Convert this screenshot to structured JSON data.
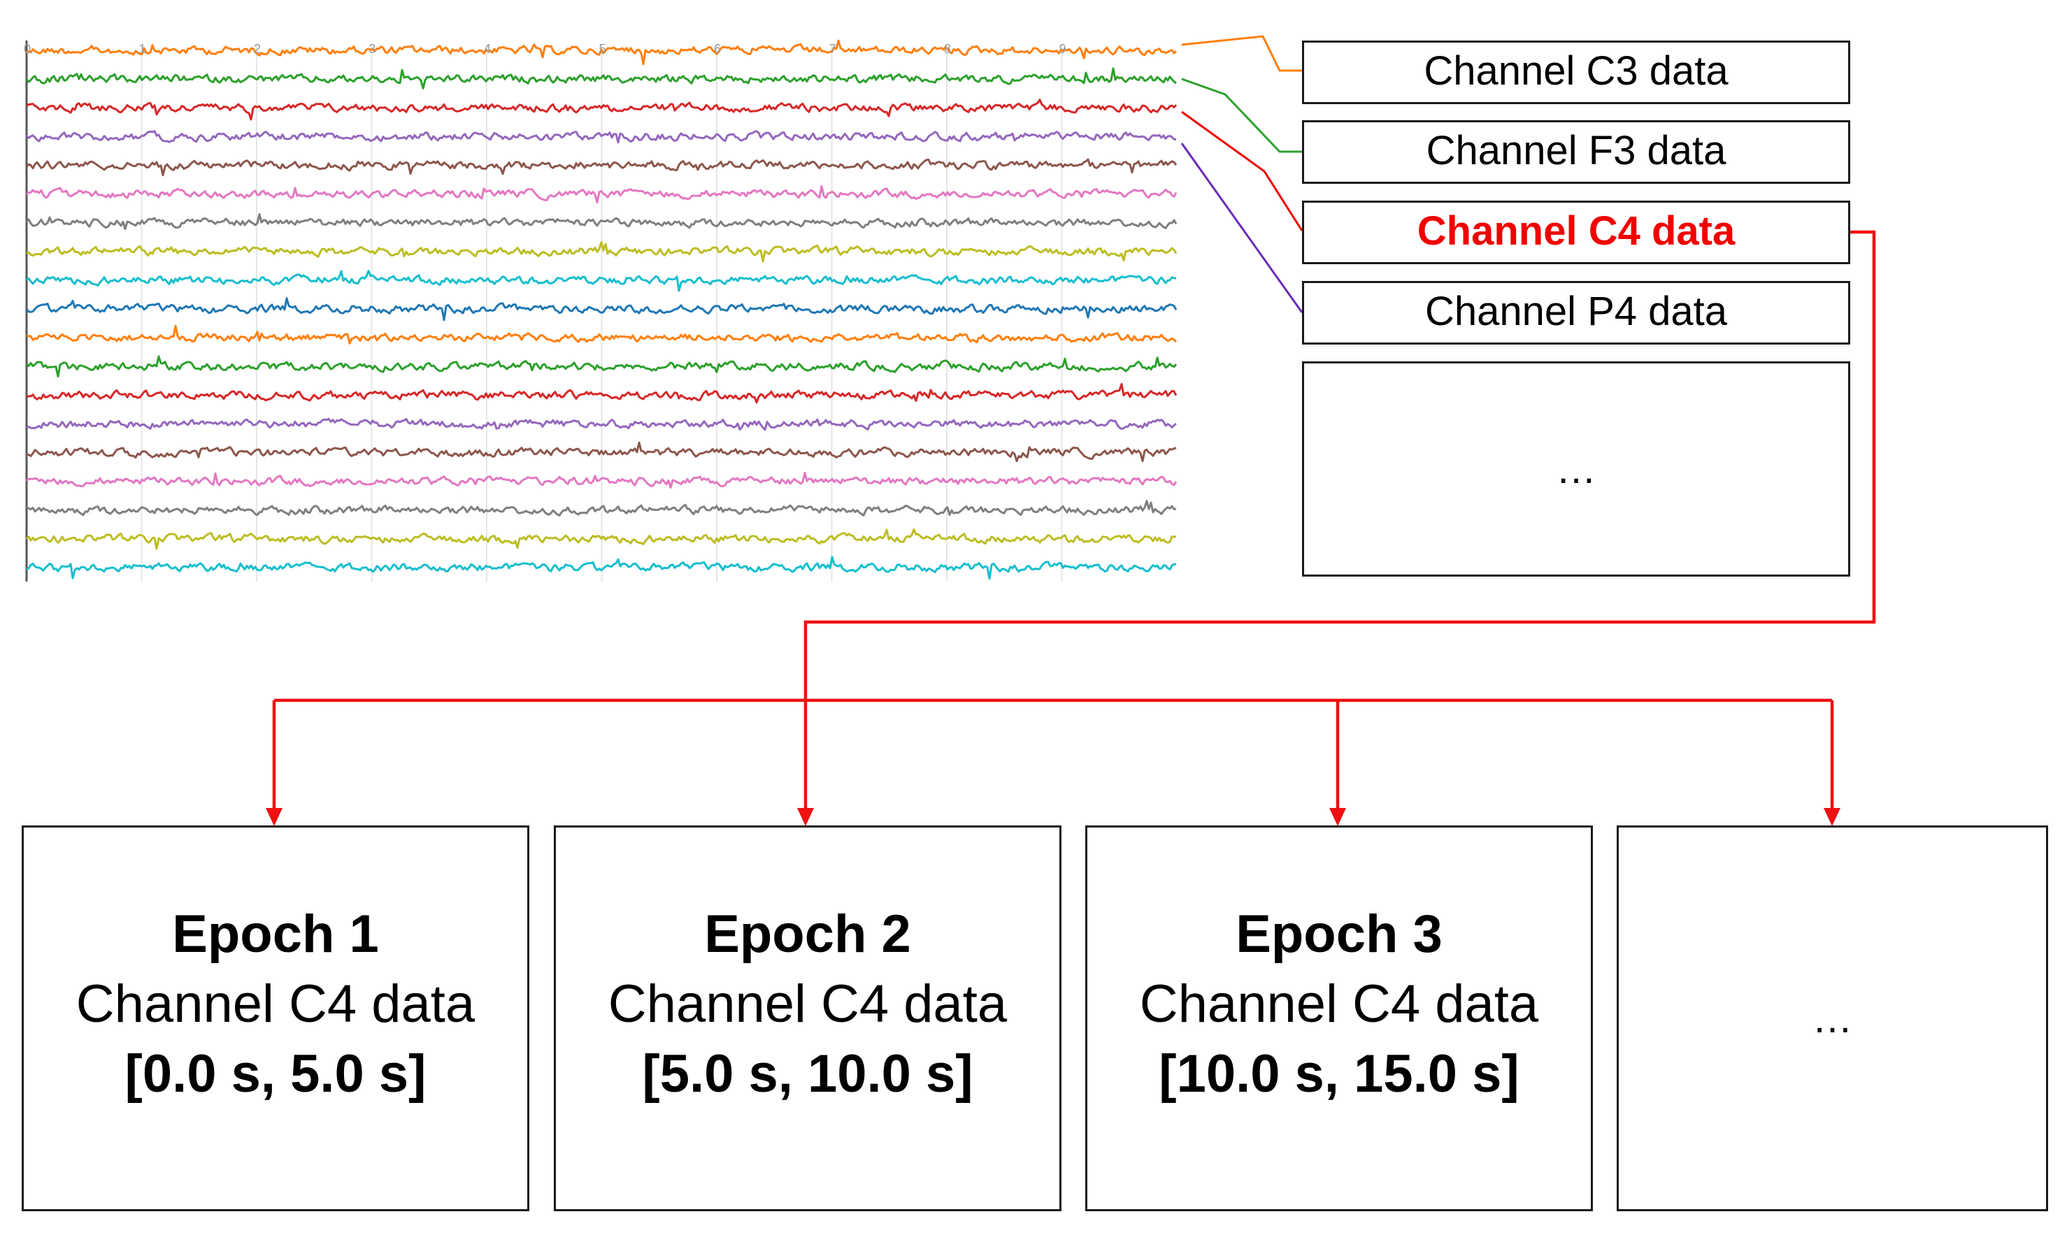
{
  "eeg_panel": {
    "tick_labels": [
      "0",
      "1",
      "2",
      "3",
      "4",
      "5",
      "6",
      "7",
      "8",
      "9"
    ],
    "trace_colors": [
      "#ff7f0e",
      "#2ca02c",
      "#d62728",
      "#9467bd",
      "#8c564b",
      "#e377c2",
      "#7f7f7f",
      "#bcbd22",
      "#17becf",
      "#1f77b4",
      "#ff7f0e",
      "#2ca02c",
      "#d62728",
      "#9467bd",
      "#8c564b",
      "#e377c2",
      "#7f7f7f",
      "#bcbd22",
      "#17becf"
    ]
  },
  "channels": [
    {
      "label": "Channel C3 data",
      "color": "#ff7f0e"
    },
    {
      "label": "Channel F3 data",
      "color": "#2ca02c"
    },
    {
      "label": "Channel C4 data",
      "color": "#f20000",
      "highlighted": true
    },
    {
      "label": "Channel P4 data",
      "color": "#6a2bb8"
    },
    {
      "label": "…"
    }
  ],
  "epochs": [
    {
      "title": "Epoch 1",
      "channel": "Channel C4 data",
      "range": "[0.0 s, 5.0 s]"
    },
    {
      "title": "Epoch 2",
      "channel": "Channel C4 data",
      "range": "[5.0 s, 10.0 s]"
    },
    {
      "title": "Epoch 3",
      "channel": "Channel C4 data",
      "range": "[10.0 s, 15.0 s]"
    },
    {
      "title": "",
      "channel": "…",
      "range": ""
    }
  ],
  "colors": {
    "arrow": "#ee1111",
    "border": "#1a1a1a"
  }
}
